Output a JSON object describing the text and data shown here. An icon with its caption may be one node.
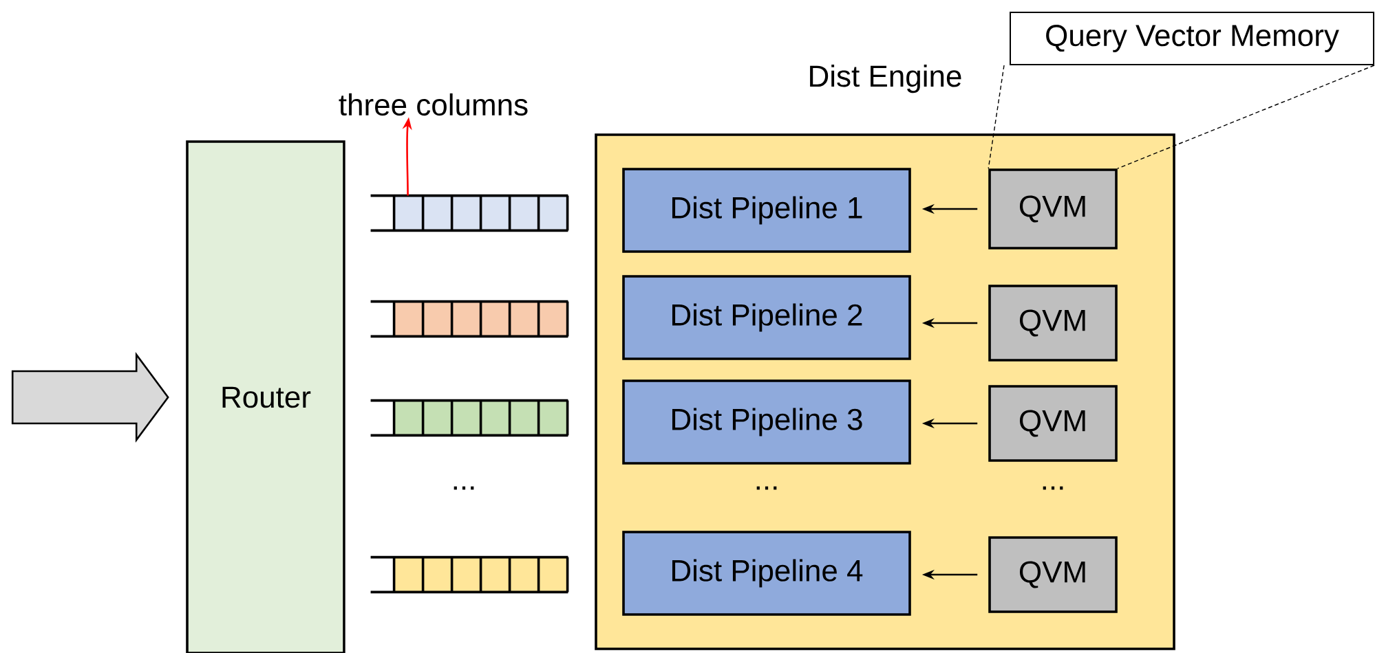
{
  "diagram": {
    "nodes": [
      {
        "text": [
          "Router"
        ]
      },
      {
        "text": [
          "Dist Engine"
        ]
      },
      {
        "text": [
          "Dist Pipeline 1"
        ],
        "in": 1
      },
      {
        "text": [
          "Dist Pipeline 2"
        ],
        "in": 1
      },
      {
        "text": [
          "Dist Pipeline 3"
        ],
        "in": 1
      },
      {
        "text": [
          "Dist Pipeline 4"
        ],
        "in": 1
      },
      {
        "text": [
          "QVM"
        ],
        "in": 1
      },
      {
        "text": [
          "QVM"
        ],
        "in": 1
      },
      {
        "text": [
          "QVM"
        ],
        "in": 1
      },
      {
        "text": [
          "QVM"
        ],
        "in": 1
      },
      {
        "text": [
          "Query Vector Memory"
        ]
      },
      {
        "text": [
          "three columns"
        ]
      },
      {
        "text": [],
        "shape": "bar"
      },
      {
        "text": [],
        "shape": "bar"
      },
      {
        "text": [],
        "shape": "bar"
      },
      {
        "text": [],
        "shape": "bar"
      }
    ],
    "edges": [
      {
        "from": null,
        "to": 0,
        "arrow": "to",
        "style": "thick"
      },
      {
        "from": 6,
        "to": 2,
        "arrow": "to"
      },
      {
        "from": 7,
        "to": 3,
        "arrow": "to"
      },
      {
        "from": 8,
        "to": 4,
        "arrow": "to"
      },
      {
        "from": 9,
        "to": 5,
        "arrow": "to"
      },
      {
        "from": 10,
        "to": 6,
        "arrow": "none",
        "style": "dashed"
      },
      {
        "from": 10,
        "to": 6,
        "arrow": "none",
        "style": "dashed"
      },
      {
        "from": 12,
        "to": 11,
        "arrow": "to",
        "color": "#ff0000"
      }
    ],
    "labels": [
      "...",
      "...",
      "..."
    ]
  }
}
